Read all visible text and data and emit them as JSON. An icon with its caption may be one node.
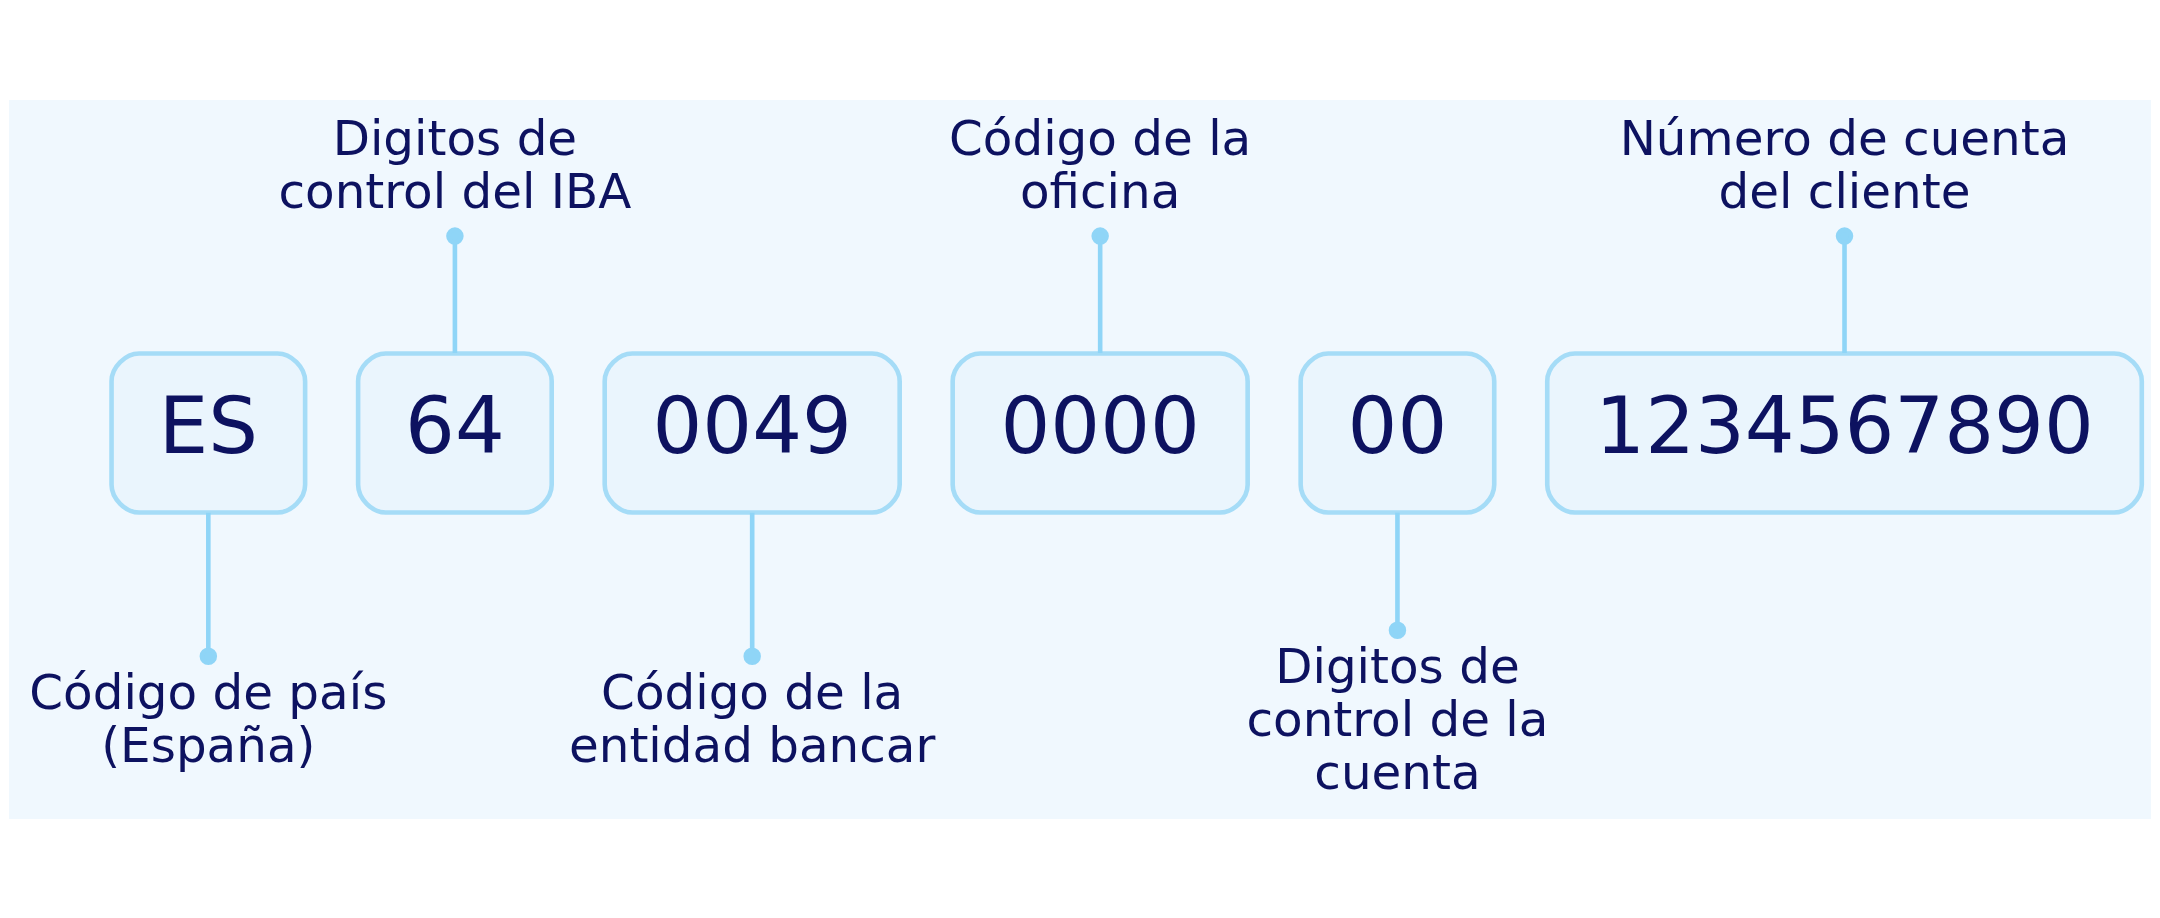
{
  "diagram": {
    "nodes": [
      {
        "text": [
          "Digitos de control del IBA"
        ]
      },
      {
        "text": [
          "Código de la oficina"
        ]
      },
      {
        "text": [
          "Número de cuenta del cliente"
        ]
      },
      {
        "text": [
          "ES"
        ]
      },
      {
        "text": [
          "64"
        ]
      },
      {
        "text": [
          "0049"
        ]
      },
      {
        "text": [
          "0000"
        ]
      },
      {
        "text": [
          "00"
        ]
      },
      {
        "text": [
          "1234567890"
        ]
      },
      {
        "text": [
          "Código de país (España)"
        ]
      },
      {
        "text": [
          "Código de la entidad bancar"
        ]
      },
      {
        "text": [
          "Digitos de control de la cuenta"
        ]
      }
    ],
    "edges": [
      {
        "from": 0,
        "to": 4,
        "arrow": "other"
      },
      {
        "from": 1,
        "to": 6,
        "arrow": "other"
      },
      {
        "from": 2,
        "to": 8,
        "arrow": "other"
      },
      {
        "from": 9,
        "to": 3,
        "arrow": "other"
      },
      {
        "from": 10,
        "to": 5,
        "arrow": "other"
      },
      {
        "from": 11,
        "to": 7,
        "arrow": "other"
      }
    ]
  }
}
